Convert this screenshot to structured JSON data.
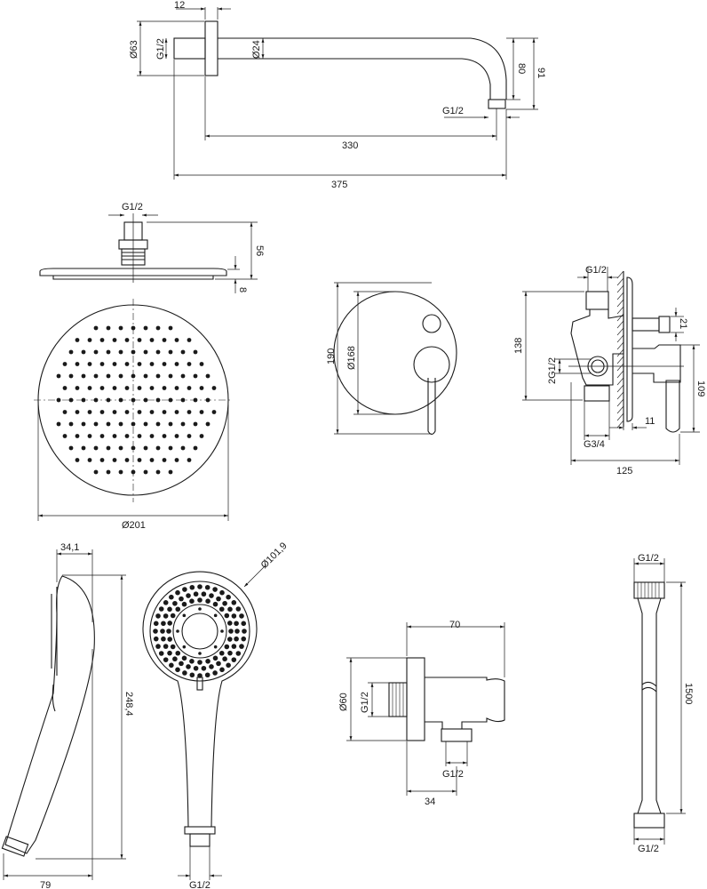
{
  "arm": {
    "flange_width": "12",
    "flange_diameter": "Ø63",
    "inlet_thread": "G1/2",
    "pipe_diameter": "Ø24",
    "drop_inner": "80",
    "drop_total": "91",
    "outlet_thread": "G1/2",
    "reach": "330",
    "total_length": "375"
  },
  "rain_head": {
    "thread": "G1/2",
    "height": "56",
    "plate_thickness": "8",
    "diameter": "Ø201"
  },
  "valve_front": {
    "plate_height": "190",
    "plate_diameter": "Ø168"
  },
  "valve_side": {
    "top_thread": "G1/2",
    "spout_diameter": "21",
    "body_height": "138",
    "side_thread": "2G1/2",
    "handle_height": "109",
    "plate_offset": "11",
    "bottom_thread": "G3/4",
    "depth": "125"
  },
  "hand_shower": {
    "thickness": "34,1",
    "length": "248,4",
    "width": "79",
    "head_diameter": "Ø101,9",
    "thread": "G1/2"
  },
  "wall_outlet": {
    "depth": "70",
    "flange_diameter": "Ø60",
    "inlet_thread": "G1/2",
    "outlet_thread": "G1/2",
    "outlet_offset": "34"
  },
  "hose": {
    "top_thread": "G1/2",
    "length": "1500",
    "bottom_thread": "G1/2"
  }
}
